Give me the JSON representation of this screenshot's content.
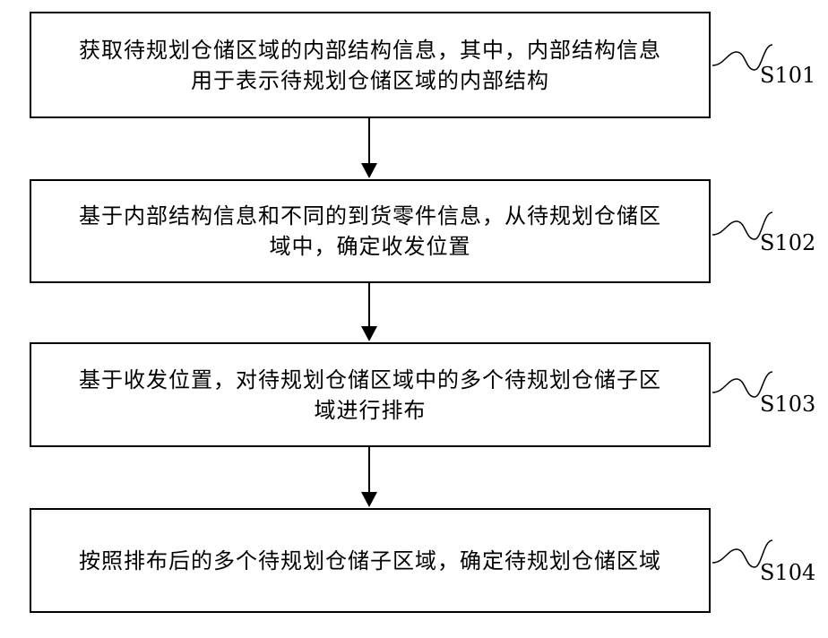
{
  "steps": [
    {
      "id": "S101",
      "lines": [
        "获取待规划仓储区域的内部结构信息，其中，内部结构信息",
        "用于表示待规划仓储区域的内部结构"
      ]
    },
    {
      "id": "S102",
      "lines": [
        "基于内部结构信息和不同的到货零件信息，从待规划仓储区",
        "域中，确定收发位置"
      ]
    },
    {
      "id": "S103",
      "lines": [
        "基于收发位置，对待规划仓储区域中的多个待规划仓储子区",
        "域进行排布"
      ]
    },
    {
      "id": "S104",
      "lines": [
        "按照排布后的多个待规划仓储子区域，确定待规划仓储区域"
      ]
    }
  ]
}
